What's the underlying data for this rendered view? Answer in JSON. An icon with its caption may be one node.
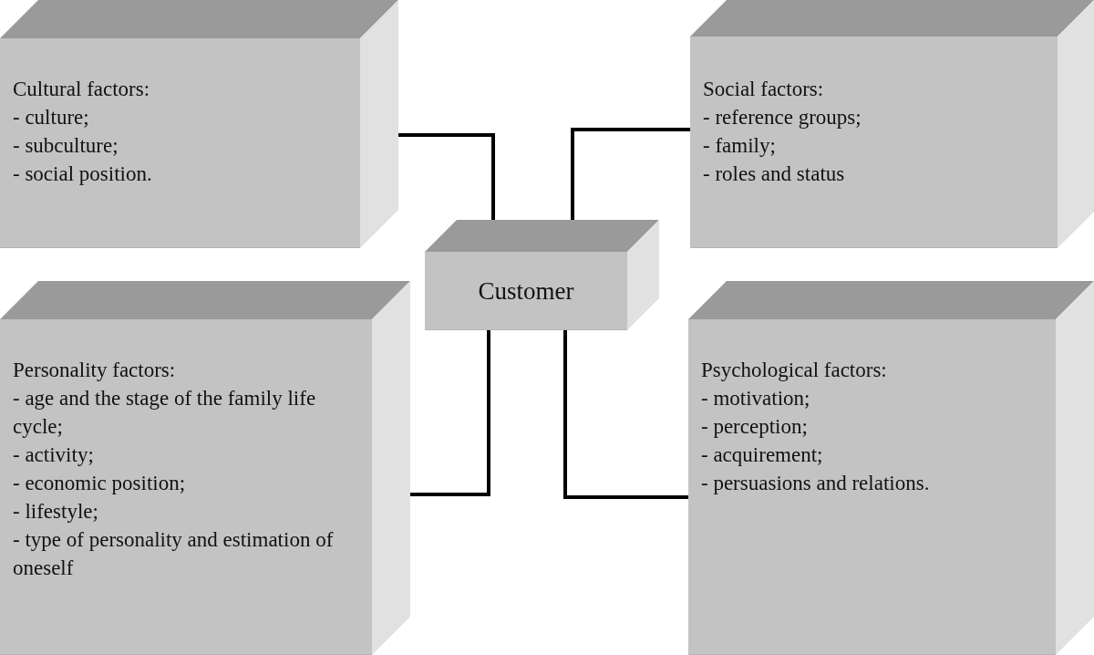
{
  "diagram": {
    "nodes": [
      {
        "text": [
          "Cultural factors:",
          "- culture;",
          "- subculture;",
          "- social position."
        ]
      },
      {
        "text": [
          "Social factors:",
          "- reference groups;",
          "- family;",
          "- roles and status"
        ]
      },
      {
        "text": [
          "Customer"
        ]
      },
      {
        "text": [
          "Personality factors:",
          "- age and the stage of the family life cycle;",
          "- activity;",
          "- economic position;",
          "- lifestyle;",
          "- type of personality and estimation of oneself"
        ]
      },
      {
        "text": [
          "Psychological factors:",
          "- motivation;",
          "- perception;",
          "- acquirement;",
          "- persuasions and relations."
        ]
      }
    ],
    "edges": [
      {
        "from": 0,
        "to": 2,
        "arrow": "none"
      },
      {
        "from": 1,
        "to": 2,
        "arrow": "none"
      },
      {
        "from": 3,
        "to": 2,
        "arrow": "none"
      },
      {
        "from": 4,
        "to": 2,
        "arrow": "none"
      }
    ]
  }
}
